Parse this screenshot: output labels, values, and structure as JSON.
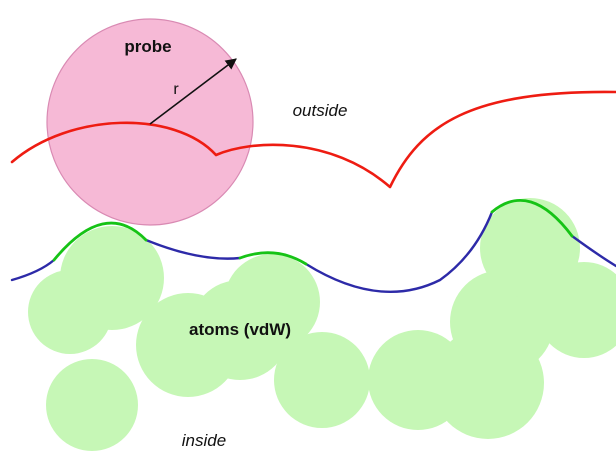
{
  "labels": {
    "probe": "probe",
    "radius": "r",
    "outside": "outside",
    "atoms": "atoms (vdW)",
    "inside": "inside"
  },
  "colors": {
    "background": "#ffffff",
    "probe_fill": "#f6b9d6",
    "probe_stroke": "#d98ab3",
    "atom_fill": "#c6f7b6",
    "solvent_accessible_surface": "#ee1c12",
    "solvent_excluded_surface_reentrant": "#2d2aa8",
    "solvent_excluded_surface_contact": "#16c316",
    "radius_arrow": "#111111"
  }
}
